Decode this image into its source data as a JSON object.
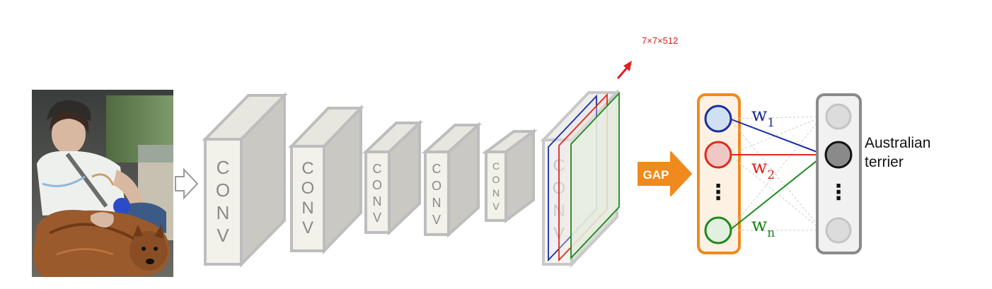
{
  "conv_letters": [
    "C",
    "O",
    "N",
    "V"
  ],
  "feature_map_size": "7×7×512",
  "gap_label": "GAP",
  "vertical_dots": "⋮",
  "weights": [
    {
      "base": "w",
      "sub": "1",
      "color": "#1a2ea0"
    },
    {
      "base": "w",
      "sub": "2",
      "color": "#e02a1a"
    },
    {
      "base": "w",
      "sub": "n",
      "color": "#1a8a1a"
    }
  ],
  "output_class": {
    "line1": "Australian",
    "line2": "terrier"
  },
  "colors": {
    "block_face": "#f2f1ea",
    "block_side": "#c9c8c3",
    "block_stroke": "#bdbdbd",
    "gap_orange": "#f08a1e",
    "blue": "#1a2ea0",
    "red": "#e02a1a",
    "green": "#1a8a1a",
    "output_gray": "#8a8a8a"
  },
  "input_image": {
    "subject": "person-with-dog-in-car-photo"
  }
}
